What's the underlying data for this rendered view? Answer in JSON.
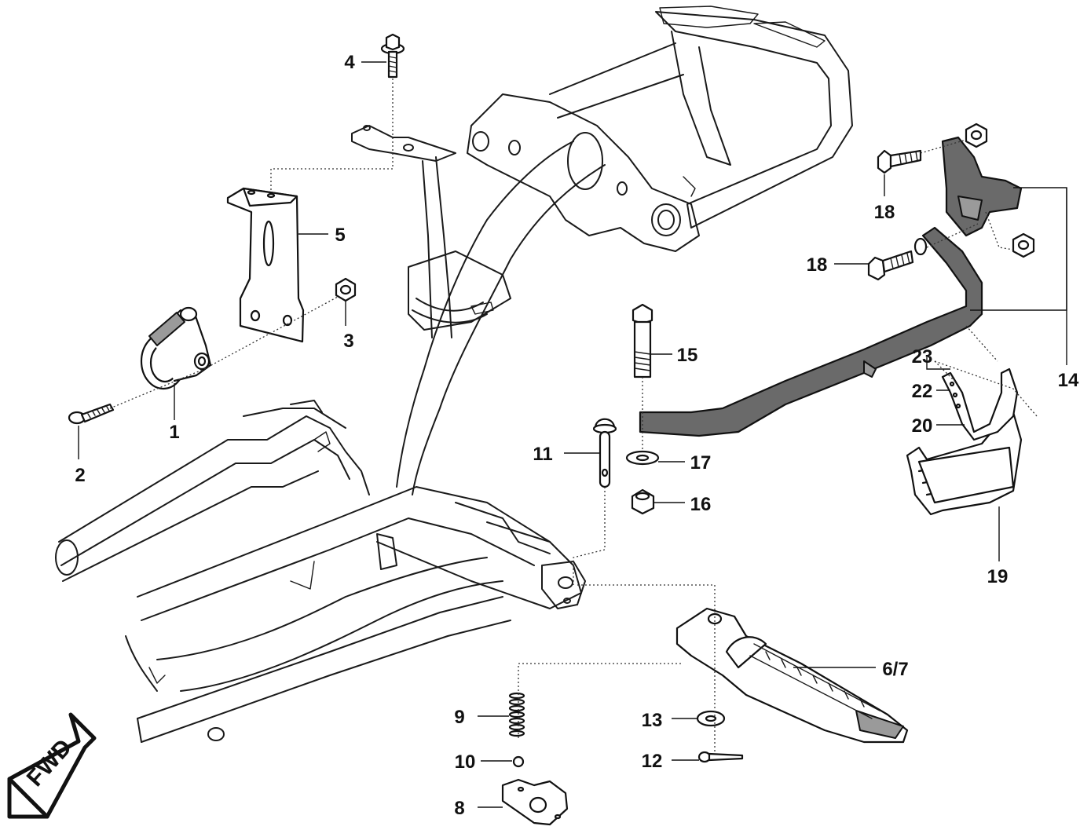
{
  "diagram": {
    "fwd_label": "FWD",
    "callouts": {
      "c1": "1",
      "c2": "2",
      "c3": "3",
      "c4": "4",
      "c5": "5",
      "c6_7": "6/7",
      "c8": "8",
      "c9": "9",
      "c10": "10",
      "c11": "11",
      "c12": "12",
      "c13": "13",
      "c14": "14",
      "c15": "15",
      "c16": "16",
      "c17": "17",
      "c18a": "18",
      "c18b": "18",
      "c19": "19",
      "c20": "20",
      "c22": "22",
      "c23": "23"
    }
  }
}
